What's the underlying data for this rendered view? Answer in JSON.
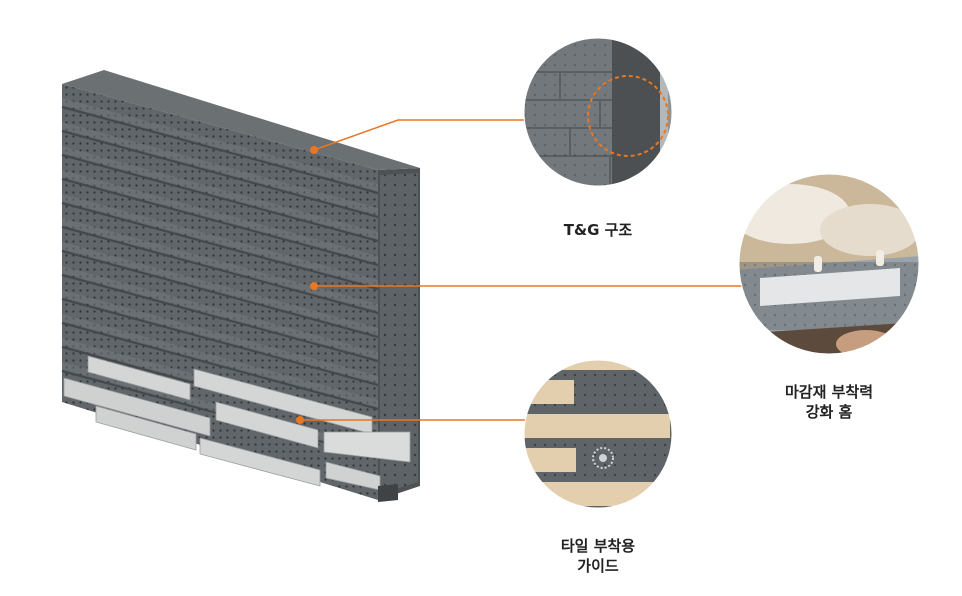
{
  "callouts": [
    {
      "id": "tg",
      "label_lines": [
        "T&G 구조"
      ]
    },
    {
      "id": "finish",
      "label_lines": [
        "마감재 부착력",
        "강화 홈"
      ]
    },
    {
      "id": "tile",
      "label_lines": [
        "타일 부착용",
        "가이드"
      ]
    }
  ],
  "colors": {
    "leader_line": "#e87722",
    "panel_face": "#5e6366",
    "panel_rib": "#74797c",
    "panel_groove": "#44484a",
    "tile": "#d2d4d4",
    "tile_beige": "#e3cfae"
  }
}
